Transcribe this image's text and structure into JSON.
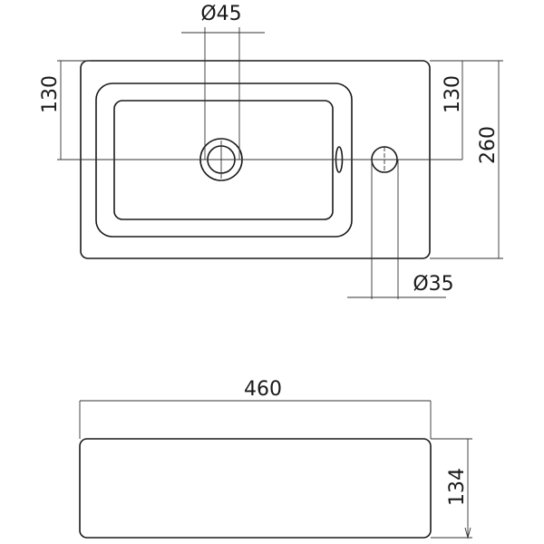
{
  "drawing": {
    "top_view": {
      "label": "top-view",
      "dimensions": {
        "drain_diameter": "Ø45",
        "tap_hole_diameter": "Ø35",
        "left_half_height": "130",
        "right_half_height": "130",
        "total_depth": "260"
      }
    },
    "front_view": {
      "label": "front-view",
      "dimensions": {
        "width": "460",
        "height": "134"
      }
    }
  },
  "colors": {
    "line": "#1a1a1a",
    "background": "#ffffff"
  }
}
